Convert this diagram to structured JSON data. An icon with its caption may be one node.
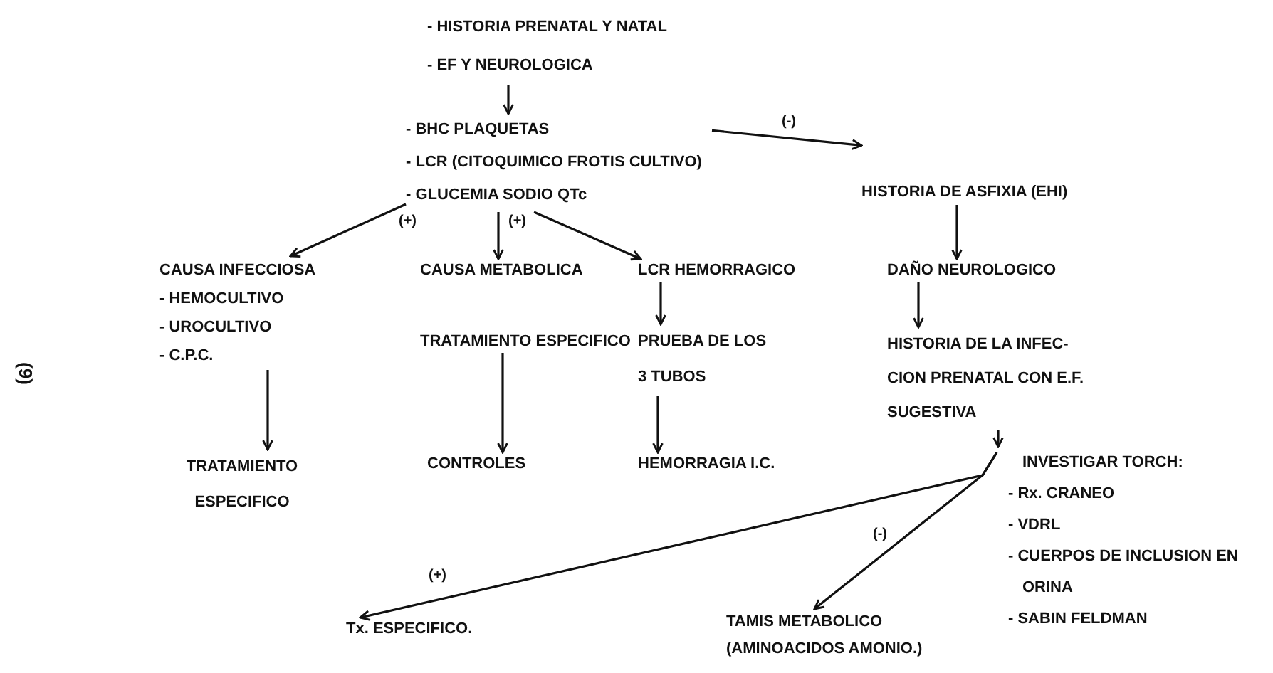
{
  "diagram": {
    "nodes": [
      {
        "text": [
          "- HISTORIA PRENATAL Y NATAL",
          "- EF Y NEUROLOGICA"
        ]
      },
      {
        "text": [
          "- BHC PLAQUETAS",
          "- LCR (CITOQUIMICO FROTIS CULTIVO)",
          "- GLUCEMIA SODIO QTc"
        ]
      },
      {
        "text": [
          "HISTORIA DE ASFIXIA (EHI)"
        ]
      },
      {
        "text": [
          "CAUSA INFECCIOSA",
          "- HEMOCULTIVO",
          "- UROCULTIVO",
          "- C.P.C."
        ]
      },
      {
        "text": [
          "CAUSA METABOLICA",
          "TRATAMIENTO ESPECIFICO"
        ]
      },
      {
        "text": [
          "LCR HEMORRAGICO"
        ]
      },
      {
        "text": [
          "PRUEBA DE LOS 3 TUBOS"
        ]
      },
      {
        "text": [
          "DAÑO NEUROLOGICO"
        ]
      },
      {
        "text": [
          "HISTORIA DE LA INFEC- CION PRENATAL CON E.F. SUGESTIVA"
        ]
      },
      {
        "text": [
          "INVESTIGAR TORCH:",
          "- Rx. CRANEO",
          "- VDRL",
          "- CUERPOS DE INCLUSION EN ORINA",
          "- SABIN FELDMAN"
        ]
      },
      {
        "text": [
          "TRATAMIENTO ESPECIFICO"
        ]
      },
      {
        "text": [
          "CONTROLES"
        ]
      },
      {
        "text": [
          "HEMORRAGIA I.C."
        ]
      },
      {
        "text": [
          "Tx. ESPECIFICO."
        ]
      },
      {
        "text": [
          "TAMIS METABOLICO (AMINOACIDOS AMONIO.)"
        ]
      }
    ],
    "edges": [
      {
        "from": 0,
        "to": 1,
        "arrow": "to"
      },
      {
        "from": 1,
        "to": 2,
        "arrow": "to",
        "label": "(-)"
      },
      {
        "from": 1,
        "to": 3,
        "arrow": "to",
        "label": "(+)"
      },
      {
        "from": 1,
        "to": 4,
        "arrow": "to",
        "label": "(+)"
      },
      {
        "from": 1,
        "to": 5,
        "arrow": "to"
      },
      {
        "from": 2,
        "to": 7,
        "arrow": "to"
      },
      {
        "from": 3,
        "to": 10,
        "arrow": "to"
      },
      {
        "from": 4,
        "to": 11,
        "arrow": "to"
      },
      {
        "from": 5,
        "to": 6,
        "arrow": "to"
      },
      {
        "from": 6,
        "to": 12,
        "arrow": "to"
      },
      {
        "from": 7,
        "to": 8,
        "arrow": "to"
      },
      {
        "from": 8,
        "to": 9,
        "arrow": "to"
      },
      {
        "from": 9,
        "to": 13,
        "arrow": "to",
        "label": "(+)"
      },
      {
        "from": 9,
        "to": 14,
        "arrow": "to",
        "label": "(-)"
      }
    ],
    "labels": [
      "(9)"
    ]
  }
}
